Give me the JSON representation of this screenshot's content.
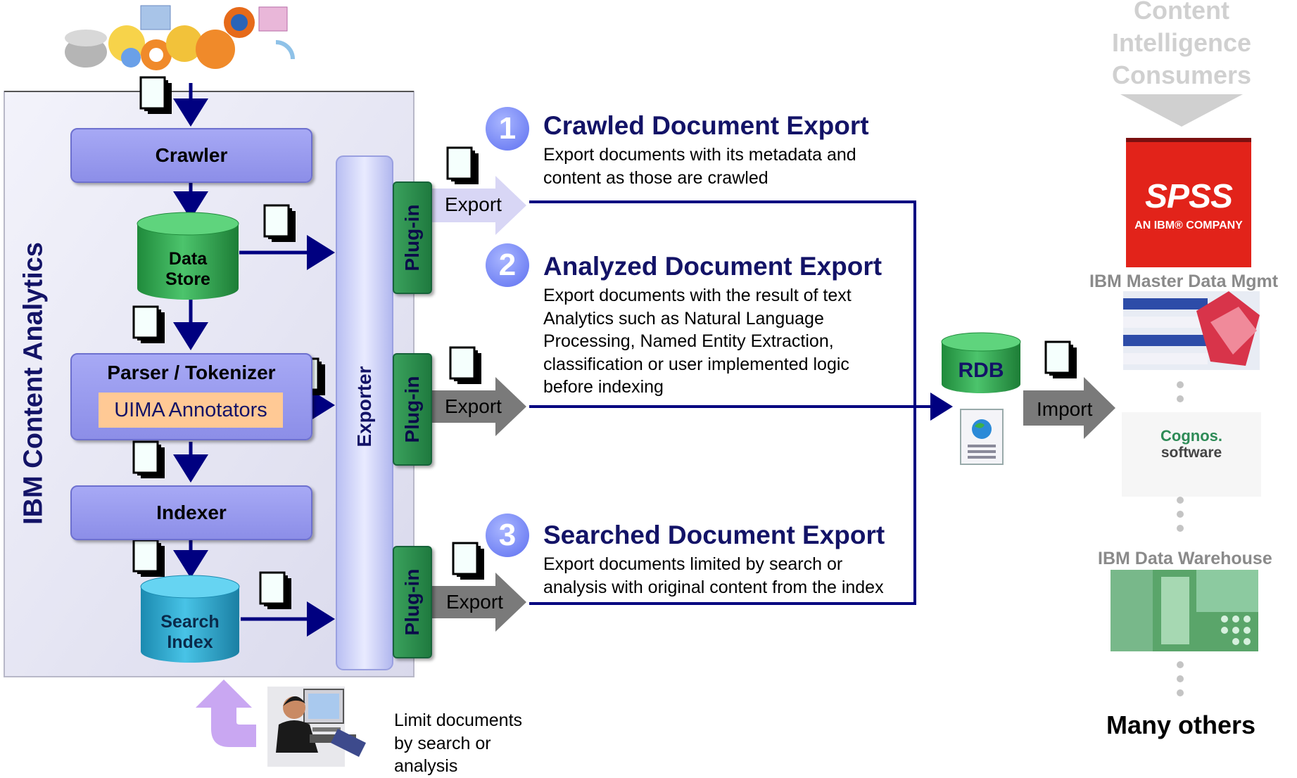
{
  "system": {
    "title": "IBM Content Analytics",
    "crawler": "Crawler",
    "data_store": [
      "Data",
      "Store"
    ],
    "parser": "Parser / Tokenizer",
    "annotators": "UIMA Annotators",
    "indexer": "Indexer",
    "search_index": [
      "Search",
      "Index"
    ],
    "exporter": "Exporter",
    "plugin": "Plug-in"
  },
  "exports": [
    {
      "number": "1",
      "title": "Crawled Document Export",
      "description": [
        "Export documents with its metadata and",
        "content as those are crawled"
      ],
      "arrow_label": "Export"
    },
    {
      "number": "2",
      "title": "Analyzed Document Export",
      "description": [
        "Export documents with the result of text",
        "Analytics such as Natural Language",
        "Processing, Named Entity Extraction,",
        "classification or user implemented logic",
        "before indexing"
      ],
      "arrow_label": "Export"
    },
    {
      "number": "3",
      "title": "Searched Document Export",
      "description": [
        "Export documents limited by search or",
        "analysis with original content from the index"
      ],
      "arrow_label": "Export"
    }
  ],
  "rdb": {
    "label": "RDB",
    "import_label": "Import"
  },
  "user_note": [
    "Limit documents",
    "by search or",
    "analysis"
  ],
  "consumers": {
    "header": [
      "Content",
      "Intelligence",
      "Consumers"
    ],
    "spss": {
      "logo": "SPSS",
      "tagline": "AN IBM® COMPANY"
    },
    "master_data": "IBM Master Data Mgmt",
    "cognos": [
      "Cognos.",
      "software"
    ],
    "data_warehouse": "IBM Data Warehouse",
    "footer": "Many others"
  },
  "colors": {
    "process_box": "#9c9ef0",
    "green_cylinder": "#2fa24c",
    "cyan_cylinder": "#2aa7c9",
    "navy": "#000080",
    "heading": "#131367",
    "annotator_fill": "#ffc995",
    "spss_red": "#e2231a"
  }
}
